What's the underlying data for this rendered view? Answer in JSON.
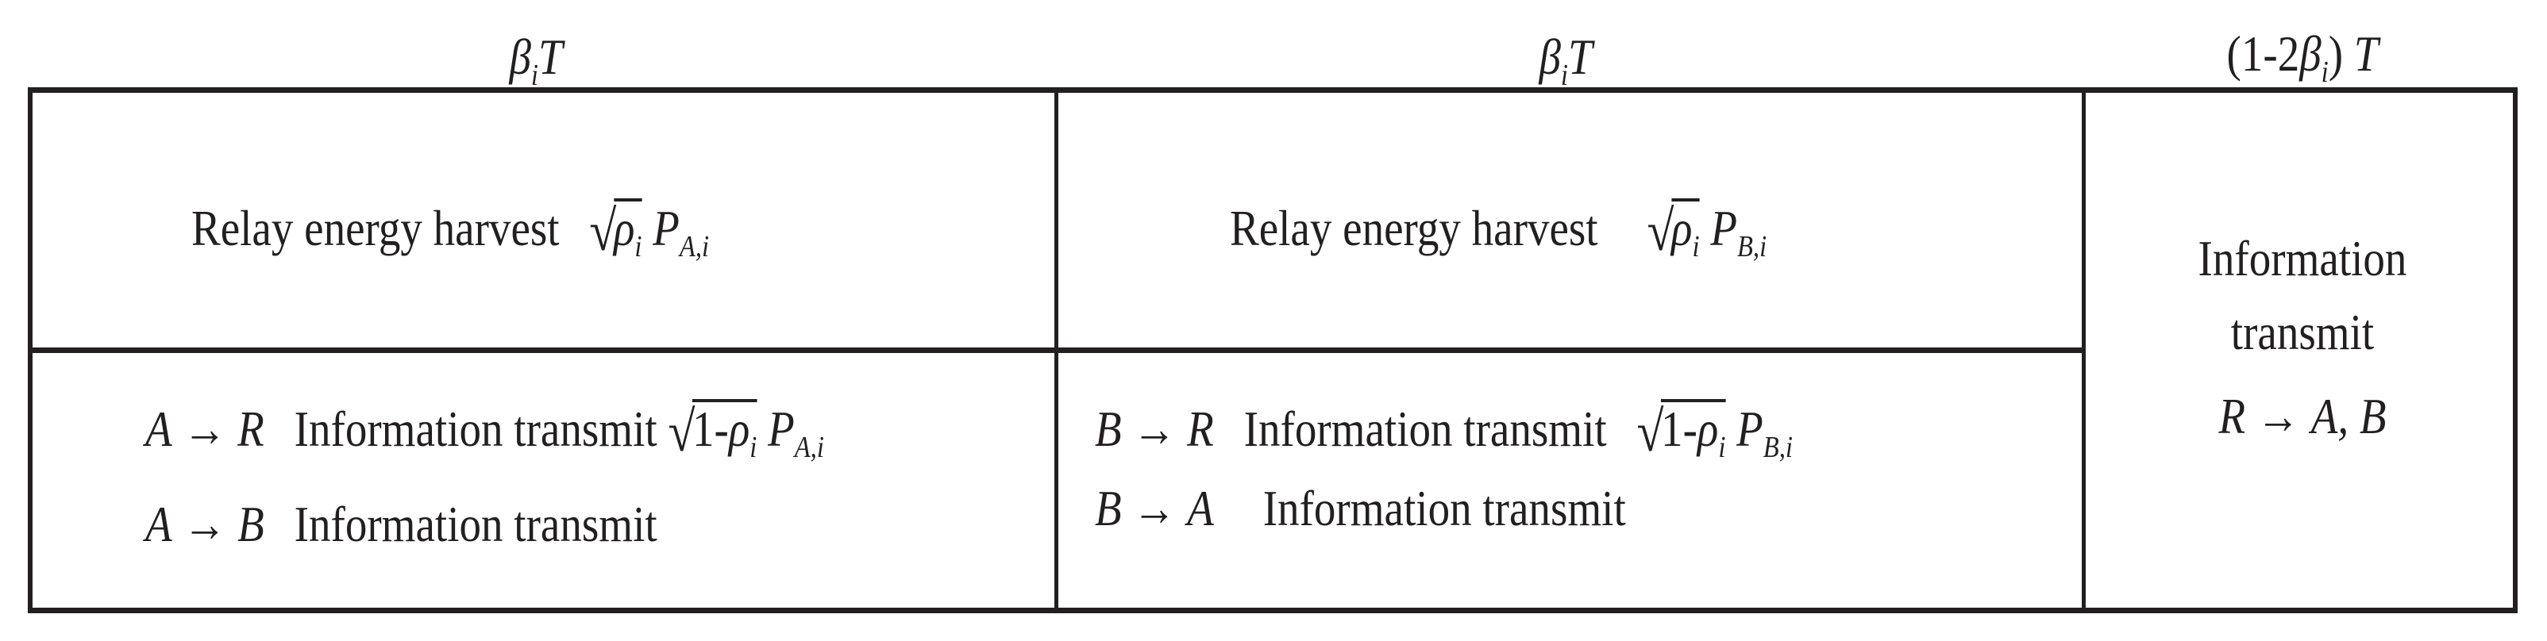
{
  "headers": [
    {
      "sym": "β",
      "sub": "i",
      "var": "T"
    },
    {
      "sym": "β",
      "sub": "i",
      "var": "T"
    },
    {
      "prefix": "(1-2",
      "sym": "β",
      "sub": "i",
      "suffix": ")",
      "var": "T"
    }
  ],
  "slot_a": {
    "harvest": {
      "label": "Relay energy harvest",
      "rho": "ρ",
      "rho_sub": "i",
      "power": "P",
      "power_sub": "A,i"
    },
    "lines": [
      {
        "from": "A",
        "arrow": "→",
        "to": "R",
        "label": "Information transmit",
        "sqrt_prefix": "1-",
        "rho": "ρ",
        "rho_sub": "i",
        "power": "P",
        "power_sub": "A,i"
      },
      {
        "from": "A",
        "arrow": "→",
        "to": "B",
        "label": "Information transmit"
      }
    ]
  },
  "slot_b": {
    "harvest": {
      "label": "Relay energy harvest",
      "rho": "ρ",
      "rho_sub": "i",
      "power": "P",
      "power_sub": "B,i"
    },
    "lines": [
      {
        "from": "B",
        "arrow": "→",
        "to": "R",
        "label": "Information transmit",
        "sqrt_prefix": "1-",
        "rho": "ρ",
        "rho_sub": "i",
        "power": "P",
        "power_sub": "B,i"
      },
      {
        "from": "B",
        "arrow": "→",
        "to": "A",
        "label": "Information transmit"
      }
    ]
  },
  "slot_c": {
    "line1": "Information",
    "line2": "transmit",
    "from": "R",
    "arrow": "→",
    "to": "A, B"
  }
}
